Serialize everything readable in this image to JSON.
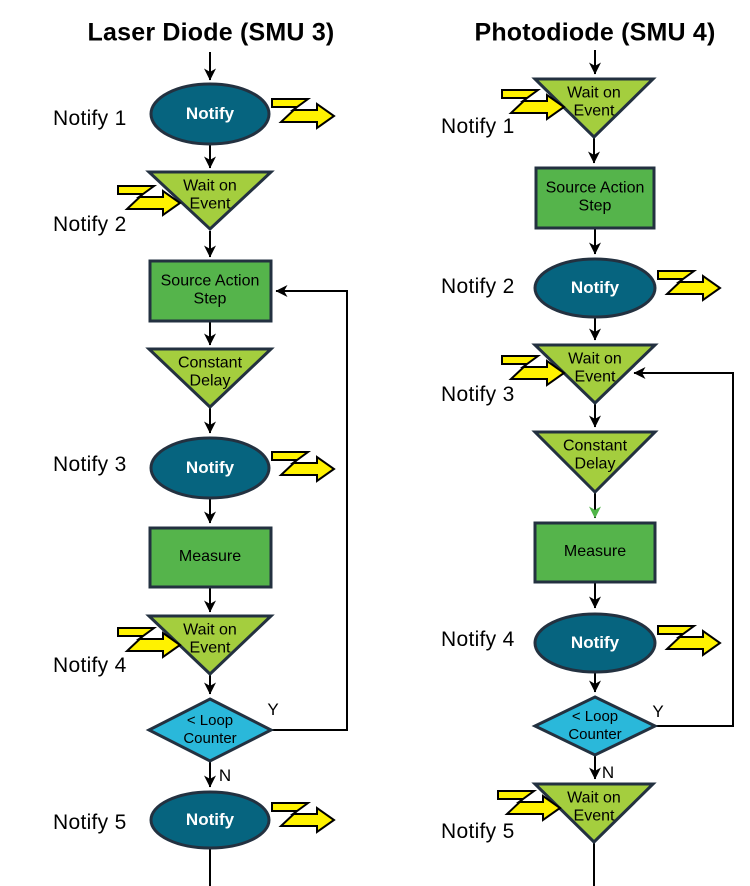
{
  "colors": {
    "ellipse_fill": "#06647F",
    "rect_fill": "#55B44B",
    "triangle_fill": "#A4CE3E",
    "diamond_fill": "#2AB8DA",
    "bolt_fill": "#FFF200",
    "outline": "#233140",
    "line": "#000000",
    "green_arrowhead": "#4FB548",
    "text_dark": "#000000",
    "text_light": "#FFFFFF",
    "background": "#FFFFFF"
  },
  "columns": {
    "left": {
      "title": "Laser Diode (SMU 3)",
      "side_labels": [
        "Notify 1",
        "Notify 2",
        "Notify 3",
        "Notify 4",
        "Notify 5"
      ],
      "nodes": {
        "notify_a": "Notify",
        "wait_a": "Wait on\nEvent",
        "source": "Source Action\nStep",
        "delay": "Constant\nDelay",
        "notify_b": "Notify",
        "measure": "Measure",
        "wait_b": "Wait on\nEvent",
        "decision": "< Loop\nCounter",
        "notify_c": "Notify"
      },
      "yes": "Y",
      "no": "N"
    },
    "right": {
      "title": "Photodiode (SMU 4)",
      "side_labels": [
        "Notify 1",
        "Notify 2",
        "Notify 3",
        "Notify 4",
        "Notify 5"
      ],
      "nodes": {
        "wait_a": "Wait on\nEvent",
        "source": "Source Action\nStep",
        "notify_a": "Notify",
        "wait_b": "Wait on\nEvent",
        "delay": "Constant\nDelay",
        "measure": "Measure",
        "notify_b": "Notify",
        "decision": "< Loop\nCounter",
        "wait_c": "Wait on\nEvent"
      },
      "yes": "Y",
      "no": "N"
    }
  }
}
